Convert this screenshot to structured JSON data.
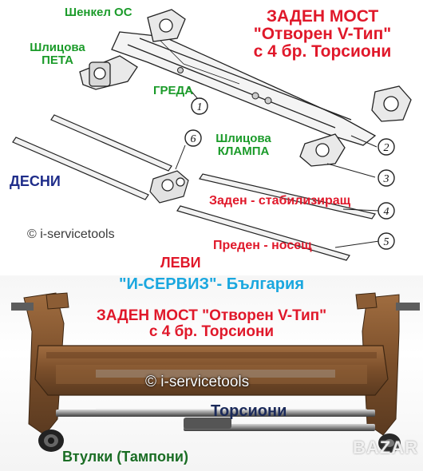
{
  "diagram": {
    "labels": {
      "knuckle": "Шенкел ОС",
      "title_line1": "ЗАДЕН МОСТ",
      "title_line2": "\"Отворен V-Тип\"",
      "title_line3": "с 4 бр. Торсиони",
      "spline_hub_line1": "Шлицова",
      "spline_hub_line2": "ПЕТА",
      "beam": "ГРЕДА",
      "spline_clamp_line1": "Шлицова",
      "spline_clamp_line2": "КЛАМПА",
      "right": "ДЕСНИ",
      "copyright": "© i-servicetools",
      "left": "ЛЕВИ",
      "rear_stabilizer": "Заден - стабилизиращ",
      "front_bearing": "Преден - носещ"
    },
    "callouts": [
      "1",
      "2",
      "3",
      "4",
      "5",
      "6"
    ]
  },
  "photo": {
    "company": "\"И-СЕРВИЗ\"- България",
    "title_line1": "ЗАДЕН МОСТ \"Отворен V-Тип\"",
    "title_line2": "с 4 бр. Торсиони",
    "copyright": "© i-servicetools",
    "torsion_bars": "Торсиони",
    "bushings": "Втулки (Тампони)",
    "watermark": "BAZAR"
  },
  "colors": {
    "green": "#1b9b2a",
    "red": "#e0182a",
    "navy": "#1f2d8a",
    "cyan": "#1aa7df",
    "rust": "#8a5a32"
  }
}
